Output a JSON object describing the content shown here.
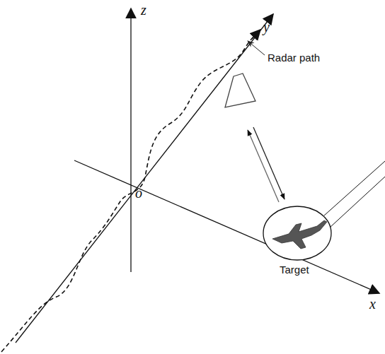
{
  "diagram": {
    "labels": [
      "z",
      "y",
      "o",
      "x",
      "Radar path",
      "Target"
    ]
  }
}
